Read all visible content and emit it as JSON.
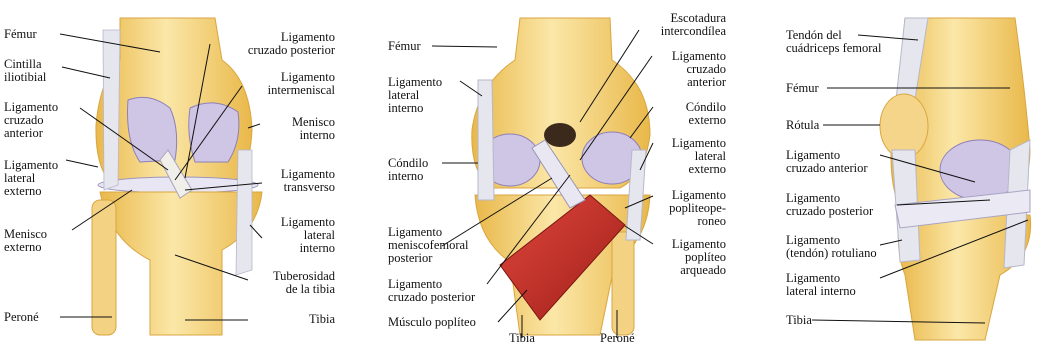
{
  "colors": {
    "bone": "#f6d88a",
    "bone_shade": "#e9b84a",
    "cartilage": "#cfc6e6",
    "cartilage_dark": "#8d7fb8",
    "ligament": "#e4e4ee",
    "muscle": "#c8322b",
    "line": "#111111"
  },
  "left": {
    "femur": "Fémur",
    "cintilla": "Cintilla\niliotibial",
    "lca": "Ligamento\ncruzado\nanterior",
    "llext": "Ligamento\nlateral\nexterno",
    "menisco_ext": "Menisco\nexterno",
    "perone": "Peroné",
    "lcp": "Ligamento\ncruzado posterior",
    "inter": "Ligamento\nintermeniscal",
    "menisco_int": "Menisco\ninterno",
    "transverso": "Ligamento\ntransverso",
    "llint": "Ligamento\nlateral\ninterno",
    "tuberosidad": "Tuberosidad\nde la tibia",
    "tibia": "Tibia"
  },
  "middle": {
    "femur": "Fémur",
    "llint": "Ligamento\nlateral\ninterno",
    "condilo_int": "Cóndilo\ninterno",
    "meniscofemoral": "Ligamento\nmeniscofemoral\nposterior",
    "lcp": "Ligamento\ncruzado posterior",
    "popliteo": "Músculo poplíteo",
    "tibia": "Tibia",
    "perone": "Peroné",
    "escotadura": "Escotadura\nintercondílea",
    "lca": "Ligamento\ncruzado\nanterior",
    "condilo_ext": "Cóndilo\nexterno",
    "llext": "Ligamento\nlateral\nexterno",
    "popliteoperoneo": "Ligamento\npopliteope-\nroneo",
    "arqueado": "Ligamento\npoplíteo\narqueado"
  },
  "right": {
    "tendon": "Tendón del\ncuádriceps femoral",
    "femur": "Fémur",
    "rotula": "Rótula",
    "lca": "Ligamento\ncruzado anterior",
    "lcp": "Ligamento\ncruzado posterior",
    "rotuliano": "Ligamento\n(tendón) rotuliano",
    "llint": "Ligamento\nlateral interno",
    "tibia": "Tibia"
  }
}
